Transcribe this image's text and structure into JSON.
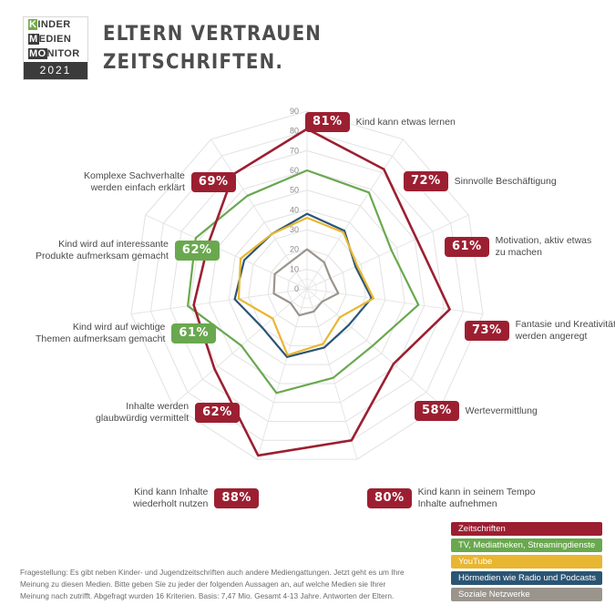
{
  "logo": {
    "line1_pre": "K",
    "line1_post": "INDER",
    "line2_pre": "M",
    "line2_post": "EDIEN",
    "line3_pre": "MO",
    "line3_post": "NITOR",
    "year": "2021"
  },
  "header": {
    "title_line1": "Eltern vertrauen",
    "title_line2": "Zeitschriften."
  },
  "legend": [
    {
      "label": "Zeitschriften",
      "color": "#9c1f31"
    },
    {
      "label": "TV, Mediatheken, Streamingdienste",
      "color": "#6aa84f"
    },
    {
      "label": "YouTube",
      "color": "#e8b631"
    },
    {
      "label": "Hörmedien wie Radio und Podcasts",
      "color": "#2b5573"
    },
    {
      "label": "Soziale Netzwerke",
      "color": "#9a948c"
    }
  ],
  "footnote": "Fragestellung: Es gibt neben Kinder- und Jugendzeitschriften auch andere Mediengattungen. Jetzt geht es um Ihre Meinung zu diesen Medien. Bitte geben Sie zu jeder der folgenden Aussagen an, auf welche Medien sie Ihrer Meinung nach zutrifft. Abgefragt wurden 16 Kriterien. Basis: 7,47 Mio. Gesamt 4-13 Jahre. Antworten der Eltern.",
  "callouts": [
    {
      "value": "81%",
      "color": "red",
      "label_line1": "Kind kann etwas lernen",
      "label_line2": ""
    },
    {
      "value": "72%",
      "color": "red",
      "label_line1": "Sinnvolle Beschäftigung",
      "label_line2": ""
    },
    {
      "value": "61%",
      "color": "red",
      "label_line1": "Motivation, aktiv etwas",
      "label_line2": "zu machen"
    },
    {
      "value": "73%",
      "color": "red",
      "label_line1": "Fantasie und Kreativität",
      "label_line2": "werden angeregt"
    },
    {
      "value": "58%",
      "color": "red",
      "label_line1": "Wertevermittlung",
      "label_line2": ""
    },
    {
      "value": "80%",
      "color": "red",
      "label_line1": "Kind kann in seinem Tempo",
      "label_line2": "Inhalte aufnehmen"
    },
    {
      "value": "88%",
      "color": "red",
      "label_line1": "Kind kann Inhalte",
      "label_line2": "wiederholt nutzen"
    },
    {
      "value": "62%",
      "color": "red",
      "label_line1": "Inhalte werden",
      "label_line2": "glaubwürdig vermittelt"
    },
    {
      "value": "61%",
      "color": "green",
      "label_line1": "Kind wird auf wichtige",
      "label_line2": "Themen aufmerksam gemacht"
    },
    {
      "value": "62%",
      "color": "green",
      "label_line1": "Kind wird auf interessante",
      "label_line2": "Produkte aufmerksam gemacht"
    },
    {
      "value": "69%",
      "color": "red",
      "label_line1": "Komplexe Sachverhalte",
      "label_line2": "werden einfach erklärt"
    }
  ],
  "chart_data": {
    "type": "radar",
    "title": "Eltern vertrauen Zeitschriften.",
    "rmin": 0,
    "rmax": 90,
    "tick_values": [
      0,
      10,
      20,
      30,
      40,
      50,
      60,
      70,
      80,
      90
    ],
    "tick_labels": [
      "0",
      "10",
      "20",
      "30",
      "40",
      "50",
      "60",
      "70",
      "80",
      "90"
    ],
    "grid": true,
    "legend_position": "bottom-right",
    "categories": [
      "Kind kann etwas lernen",
      "Sinnvolle Beschäftigung",
      "Motivation, aktiv etwas zu machen",
      "Fantasie und Kreativität werden angeregt",
      "Wertevermittlung",
      "Kind kann in seinem Tempo Inhalte aufnehmen",
      "Kind kann Inhalte wiederholt nutzen",
      "Inhalte werden glaubwürdig vermittelt",
      "Kind wird auf wichtige Themen aufmerksam gemacht",
      "Kind wird auf interessante Produkte aufmerksam gemacht",
      "Komplexe Sachverhalte werden einfach erklärt"
    ],
    "series": [
      {
        "name": "Zeitschriften",
        "color": "#9c1f31",
        "values": [
          81,
          72,
          61,
          73,
          58,
          80,
          88,
          62,
          58,
          55,
          69
        ]
      },
      {
        "name": "TV, Mediatheken, Streamingdienste",
        "color": "#6aa84f",
        "values": [
          60,
          58,
          47,
          57,
          44,
          47,
          55,
          44,
          61,
          62,
          56
        ]
      },
      {
        "name": "YouTube",
        "color": "#e8b631",
        "values": [
          36,
          34,
          28,
          34,
          22,
          29,
          35,
          23,
          35,
          37,
          33
        ]
      },
      {
        "name": "Hörmedien wie Radio und Podcasts",
        "color": "#2b5573",
        "values": [
          38,
          35,
          27,
          33,
          28,
          31,
          36,
          30,
          37,
          35,
          33
        ]
      },
      {
        "name": "Soziale Netzwerke",
        "color": "#9a948c",
        "values": [
          20,
          16,
          13,
          16,
          10,
          12,
          14,
          11,
          17,
          18,
          16
        ]
      }
    ]
  }
}
